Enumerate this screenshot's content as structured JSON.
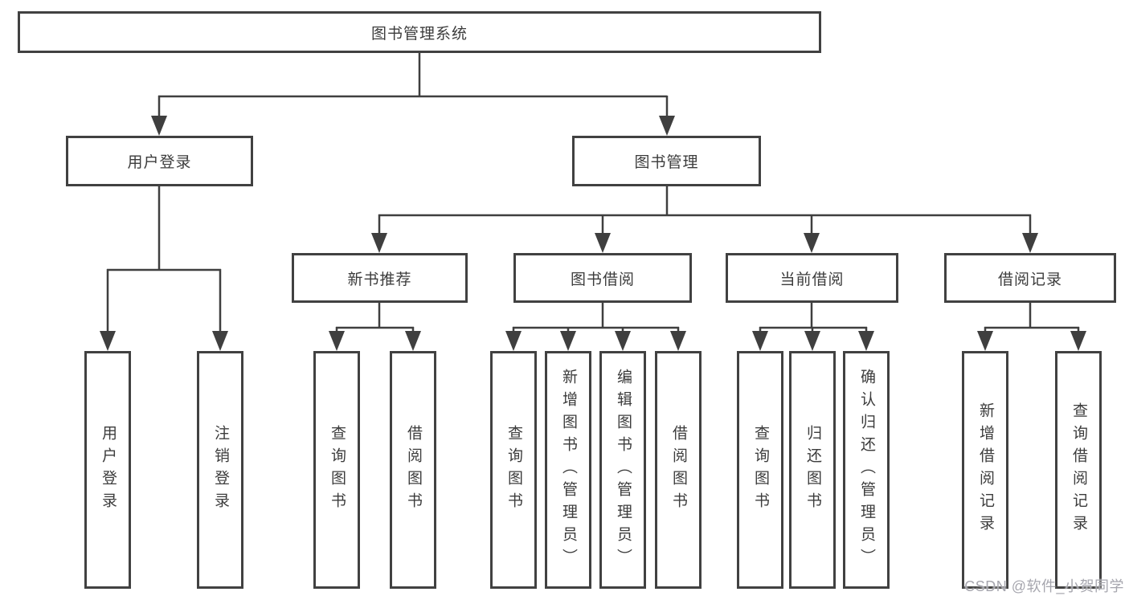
{
  "watermark": "CSDN @软件_小贺同学",
  "colors": {
    "line": "#3f3f3f",
    "box_border": "#414141",
    "box_background": "#ffffff",
    "text": "#3c3c3c",
    "watermark_text": "#a6a6ae",
    "background": "#ffffff"
  },
  "tree": {
    "root": {
      "label": "图书管理系统"
    },
    "level2": [
      {
        "label": "用户登录",
        "children": [
          {
            "label": "用户登录"
          },
          {
            "label": "注销登录"
          }
        ]
      },
      {
        "label": "图书管理",
        "children": [
          {
            "label": "新书推荐",
            "children": [
              {
                "label": "查询图书"
              },
              {
                "label": "借阅图书"
              }
            ]
          },
          {
            "label": "图书借阅",
            "children": [
              {
                "label": "查询图书"
              },
              {
                "label": "新增图书（管理员）"
              },
              {
                "label": "编辑图书（管理员）"
              },
              {
                "label": "借阅图书"
              }
            ]
          },
          {
            "label": "当前借阅",
            "children": [
              {
                "label": "查询图书"
              },
              {
                "label": "归还图书"
              },
              {
                "label": "确认归还（管理员）"
              }
            ]
          },
          {
            "label": "借阅记录",
            "children": [
              {
                "label": "新增借阅记录"
              },
              {
                "label": "查询借阅记录"
              }
            ]
          }
        ]
      }
    ]
  }
}
